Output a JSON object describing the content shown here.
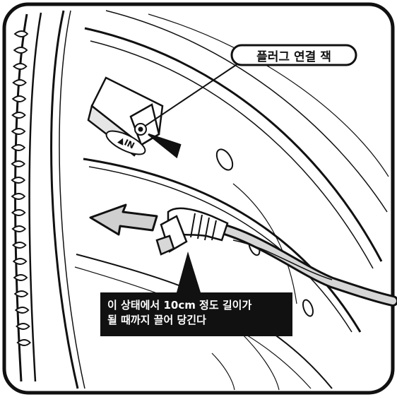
{
  "labels": {
    "jack_label": "플러그 연결 잭",
    "instruction_line1": "이 상태에서 10cm 정도 길이가",
    "instruction_line2": "될 때까지 끌어 당긴다",
    "in_marking": "▲IN"
  },
  "colors": {
    "line": "#111111",
    "background": "#ffffff",
    "callout_fill": "#111111",
    "callout_text": "#ffffff",
    "cable_fill": "#d6d6d6",
    "arrow_fill": "#cfcfcf"
  },
  "icons": {
    "arrow": "left-arrow-icon"
  }
}
